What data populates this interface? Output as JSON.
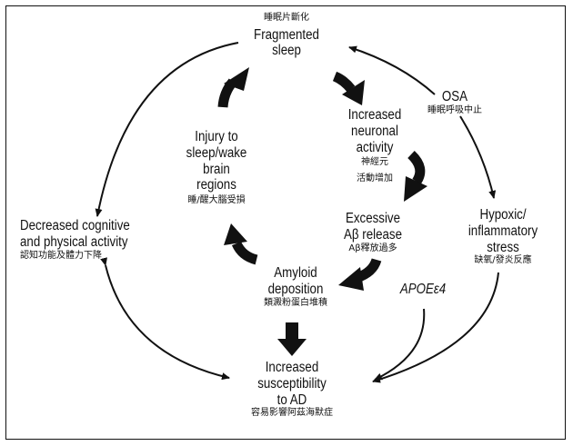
{
  "nodes": {
    "fragmented_sleep": {
      "zh": "睡眠片斷化",
      "en": [
        "Fragmented",
        "sleep"
      ]
    },
    "osa": {
      "en": "OSA",
      "zh": "睡眠呼吸中止"
    },
    "increased_neuronal_activity": {
      "en": [
        "Increased",
        "neuronal",
        "activity"
      ],
      "zh": [
        "神經元",
        "活動增加"
      ]
    },
    "hypoxic_stress": {
      "en": [
        "Hypoxic/",
        "inflammatory",
        "stress"
      ],
      "zh": "缺氧/發炎反應"
    },
    "excessive_abeta": {
      "en": [
        "Excessive",
        "Aβ release"
      ],
      "zh": "Aβ釋放過多"
    },
    "injury": {
      "en": [
        "Injury to",
        "sleep/wake",
        "brain",
        "regions"
      ],
      "zh": "睡/醒大腦受損"
    },
    "decreased_activity": {
      "en": [
        "Decreased cognitive",
        "and physical activity"
      ],
      "zh": "認知功能及體力下降"
    },
    "amyloid": {
      "en": [
        "Amyloid",
        "deposition"
      ],
      "zh": "類澱粉蛋白堆積"
    },
    "apoe": {
      "en": "APOEε4"
    },
    "susceptibility": {
      "en": [
        "Increased",
        "susceptibility",
        "to AD"
      ],
      "zh": "容易影響阿茲海默症"
    }
  },
  "colors": {
    "arrow": "#111111",
    "frame": "#111111",
    "background": "#ffffff"
  }
}
